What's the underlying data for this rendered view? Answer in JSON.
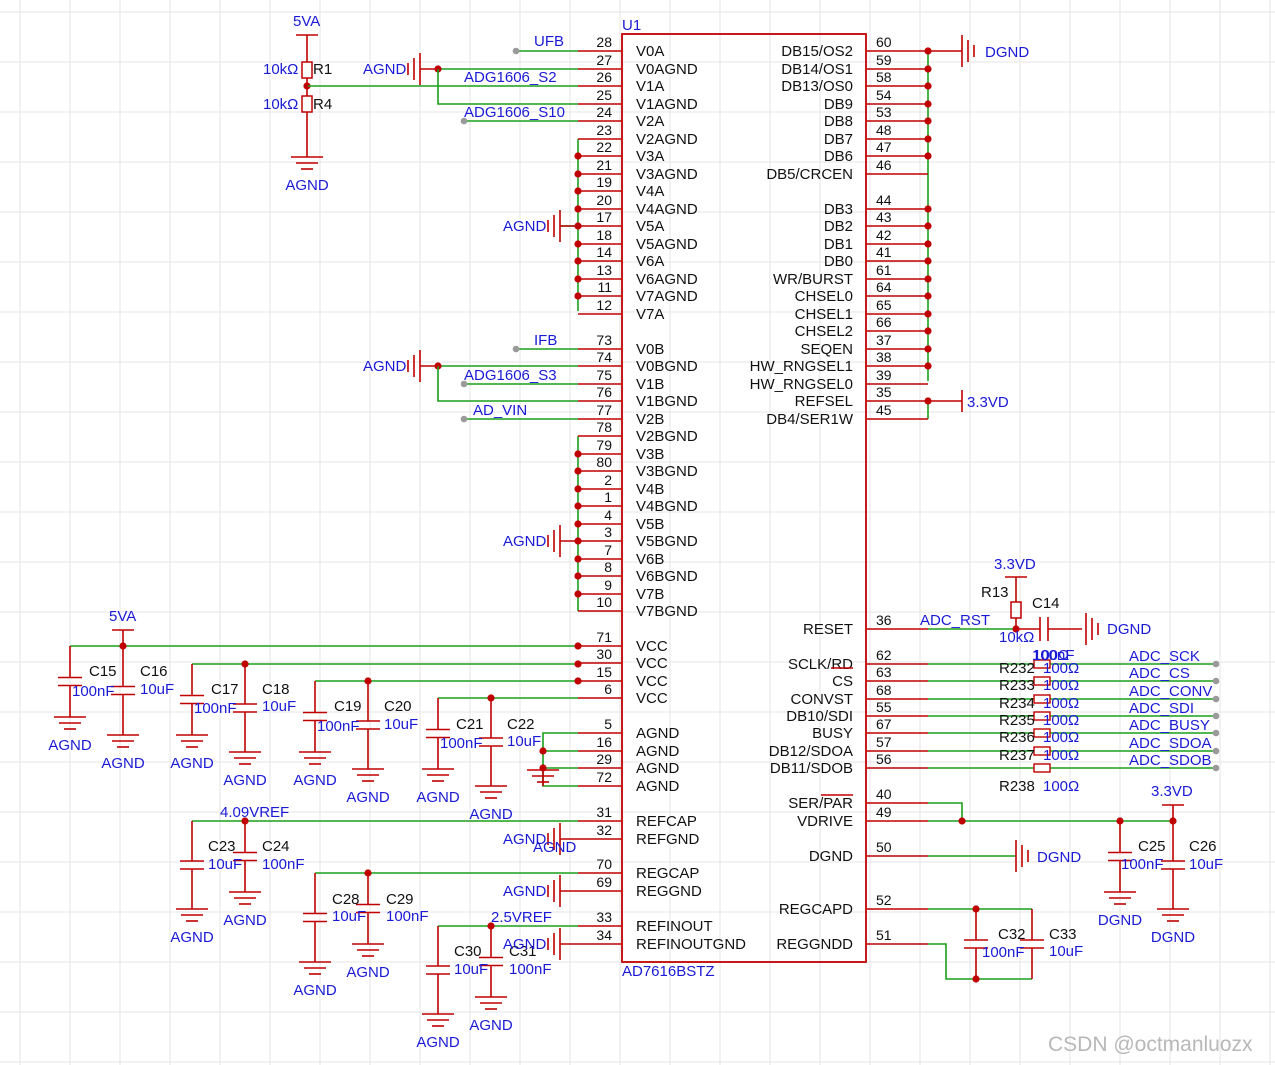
{
  "chip": {
    "ref": "U1",
    "part": "AD7616BSTZ",
    "left_pins": [
      {
        "num": "28",
        "name": "V0A"
      },
      {
        "num": "27",
        "name": "V0AGND"
      },
      {
        "num": "26",
        "name": "V1A"
      },
      {
        "num": "25",
        "name": "V1AGND"
      },
      {
        "num": "24",
        "name": "V2A"
      },
      {
        "num": "23",
        "name": "V2AGND"
      },
      {
        "num": "22",
        "name": "V3A"
      },
      {
        "num": "21",
        "name": "V3AGND"
      },
      {
        "num": "19",
        "name": "V4A"
      },
      {
        "num": "20",
        "name": "V4AGND"
      },
      {
        "num": "17",
        "name": "V5A"
      },
      {
        "num": "18",
        "name": "V5AGND"
      },
      {
        "num": "14",
        "name": "V6A"
      },
      {
        "num": "13",
        "name": "V6AGND"
      },
      {
        "num": "11",
        "name": "V7AGND"
      },
      {
        "num": "12",
        "name": "V7A"
      },
      {
        "num": "73",
        "name": "V0B"
      },
      {
        "num": "74",
        "name": "V0BGND"
      },
      {
        "num": "75",
        "name": "V1B"
      },
      {
        "num": "76",
        "name": "V1BGND"
      },
      {
        "num": "77",
        "name": "V2B"
      },
      {
        "num": "78",
        "name": "V2BGND"
      },
      {
        "num": "79",
        "name": "V3B"
      },
      {
        "num": "80",
        "name": "V3BGND"
      },
      {
        "num": "2",
        "name": "V4B"
      },
      {
        "num": "1",
        "name": "V4BGND"
      },
      {
        "num": "4",
        "name": "V5B"
      },
      {
        "num": "3",
        "name": "V5BGND"
      },
      {
        "num": "7",
        "name": "V6B"
      },
      {
        "num": "8",
        "name": "V6BGND"
      },
      {
        "num": "9",
        "name": "V7B"
      },
      {
        "num": "10",
        "name": "V7BGND"
      },
      {
        "num": "71",
        "name": "VCC"
      },
      {
        "num": "30",
        "name": "VCC"
      },
      {
        "num": "15",
        "name": "VCC"
      },
      {
        "num": "6",
        "name": "VCC"
      },
      {
        "num": "5",
        "name": "AGND"
      },
      {
        "num": "16",
        "name": "AGND"
      },
      {
        "num": "29",
        "name": "AGND"
      },
      {
        "num": "72",
        "name": "AGND"
      },
      {
        "num": "31",
        "name": "REFCAP"
      },
      {
        "num": "32",
        "name": "REFGND"
      },
      {
        "num": "70",
        "name": "REGCAP"
      },
      {
        "num": "69",
        "name": "REGGND"
      },
      {
        "num": "33",
        "name": "REFINOUT"
      },
      {
        "num": "34",
        "name": "REFINOUTGND"
      }
    ],
    "right_pins": [
      {
        "num": "60",
        "name": "DB15/OS2"
      },
      {
        "num": "59",
        "name": "DB14/OS1"
      },
      {
        "num": "58",
        "name": "DB13/OS0"
      },
      {
        "num": "54",
        "name": "DB9"
      },
      {
        "num": "53",
        "name": "DB8"
      },
      {
        "num": "48",
        "name": "DB7"
      },
      {
        "num": "47",
        "name": "DB6"
      },
      {
        "num": "46",
        "name": "DB5/CRCEN"
      },
      {
        "num": "44",
        "name": "DB3"
      },
      {
        "num": "43",
        "name": "DB2"
      },
      {
        "num": "42",
        "name": "DB1"
      },
      {
        "num": "41",
        "name": "DB0"
      },
      {
        "num": "61",
        "name": "WR/BURST"
      },
      {
        "num": "64",
        "name": "CHSEL0"
      },
      {
        "num": "65",
        "name": "CHSEL1"
      },
      {
        "num": "66",
        "name": "CHSEL2"
      },
      {
        "num": "37",
        "name": "SEQEN"
      },
      {
        "num": "38",
        "name": "HW_RNGSEL1"
      },
      {
        "num": "39",
        "name": "HW_RNGSEL0"
      },
      {
        "num": "35",
        "name": "REFSEL"
      },
      {
        "num": "45",
        "name": "DB4/SER1W"
      },
      {
        "num": "36",
        "name": "RESET"
      },
      {
        "num": "62",
        "name": "SCLK/RD"
      },
      {
        "num": "63",
        "name": "CS"
      },
      {
        "num": "68",
        "name": "CONVST"
      },
      {
        "num": "55",
        "name": "DB10/SDI"
      },
      {
        "num": "67",
        "name": "BUSY"
      },
      {
        "num": "57",
        "name": "DB12/SDOA"
      },
      {
        "num": "56",
        "name": "DB11/SDOB"
      },
      {
        "num": "40",
        "name": "SER/PAR"
      },
      {
        "num": "49",
        "name": "VDRIVE"
      },
      {
        "num": "50",
        "name": "DGND"
      },
      {
        "num": "52",
        "name": "REGCAPD"
      },
      {
        "num": "51",
        "name": "REGGNDD"
      }
    ]
  },
  "nets": {
    "ufb": "UFB",
    "adg_s2": "ADG1606_S2",
    "adg_s10": "ADG1606_S10",
    "ifb": "IFB",
    "adg_s3": "ADG1606_S3",
    "ad_vin": "AD_VIN",
    "adc_rst": "ADC_RST",
    "ref409": "4.09VREF",
    "ref25": "2.5VREF",
    "outputs": [
      "ADC_SCK",
      "ADC_CS",
      "ADC_CONV",
      "ADC_SDI",
      "ADC_BUSY",
      "ADC_SDOA",
      "ADC_SDOB"
    ]
  },
  "power": {
    "vcc5a": "5VA",
    "vd33": "3.3VD",
    "agnd": "AGND",
    "dgnd": "DGND"
  },
  "resistors": {
    "r1": {
      "ref": "R1",
      "value": "10kΩ"
    },
    "r4": {
      "ref": "R4",
      "value": "10kΩ"
    },
    "r13": {
      "ref": "R13",
      "value": "10kΩ"
    },
    "series": [
      {
        "ref": "R232",
        "value": "100Ω"
      },
      {
        "ref": "R233",
        "value": "100Ω"
      },
      {
        "ref": "R234",
        "value": "100Ω"
      },
      {
        "ref": "R235",
        "value": "100Ω"
      },
      {
        "ref": "R236",
        "value": "100Ω"
      },
      {
        "ref": "R237",
        "value": "100Ω"
      },
      {
        "ref": "R238",
        "value": "100Ω"
      }
    ]
  },
  "capacitors": [
    {
      "ref": "C14",
      "value": "100nF"
    },
    {
      "ref": "C15",
      "value": "100nF"
    },
    {
      "ref": "C16",
      "value": "10uF"
    },
    {
      "ref": "C17",
      "value": "100nF"
    },
    {
      "ref": "C18",
      "value": "10uF"
    },
    {
      "ref": "C19",
      "value": "100nF"
    },
    {
      "ref": "C20",
      "value": "10uF"
    },
    {
      "ref": "C21",
      "value": "100nF"
    },
    {
      "ref": "C22",
      "value": "10uF"
    },
    {
      "ref": "C23",
      "value": "10uF"
    },
    {
      "ref": "C24",
      "value": "100nF"
    },
    {
      "ref": "C25",
      "value": "100nF"
    },
    {
      "ref": "C26",
      "value": "10uF"
    },
    {
      "ref": "C28",
      "value": "10uF"
    },
    {
      "ref": "C29",
      "value": "100nF"
    },
    {
      "ref": "C30",
      "value": "10uF"
    },
    {
      "ref": "C31",
      "value": "100nF"
    },
    {
      "ref": "C32",
      "value": "100nF"
    },
    {
      "ref": "C33",
      "value": "10uF"
    }
  ],
  "watermark": "CSDN @octmanluozx"
}
